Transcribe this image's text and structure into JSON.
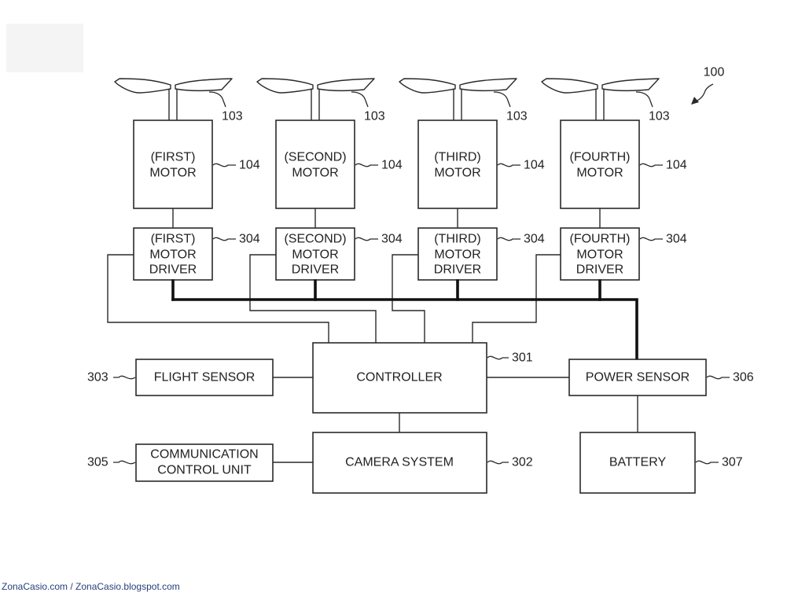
{
  "figure": {
    "reference": "100"
  },
  "propellers": [
    {
      "reference": "103"
    },
    {
      "reference": "103"
    },
    {
      "reference": "103"
    },
    {
      "reference": "103"
    }
  ],
  "motors": [
    {
      "line1": "(FIRST)",
      "line2": "MOTOR",
      "reference": "104"
    },
    {
      "line1": "(SECOND)",
      "line2": "MOTOR",
      "reference": "104"
    },
    {
      "line1": "(THIRD)",
      "line2": "MOTOR",
      "reference": "104"
    },
    {
      "line1": "(FOURTH)",
      "line2": "MOTOR",
      "reference": "104"
    }
  ],
  "motor_drivers": [
    {
      "line1": "(FIRST)",
      "line2": "MOTOR",
      "line3": "DRIVER",
      "reference": "304"
    },
    {
      "line1": "(SECOND)",
      "line2": "MOTOR",
      "line3": "DRIVER",
      "reference": "304"
    },
    {
      "line1": "(THIRD)",
      "line2": "MOTOR",
      "line3": "DRIVER",
      "reference": "304"
    },
    {
      "line1": "(FOURTH)",
      "line2": "MOTOR",
      "line3": "DRIVER",
      "reference": "304"
    }
  ],
  "controller": {
    "label": "CONTROLLER",
    "reference": "301"
  },
  "camera_system": {
    "label": "CAMERA SYSTEM",
    "reference": "302"
  },
  "flight_sensor": {
    "label": "FLIGHT SENSOR",
    "reference": "303"
  },
  "communication_control_unit": {
    "line1": "COMMUNICATION",
    "line2": "CONTROL UNIT",
    "reference": "305"
  },
  "power_sensor": {
    "label": "POWER SENSOR",
    "reference": "306"
  },
  "battery": {
    "label": "BATTERY",
    "reference": "307"
  },
  "footer": {
    "credit": "ZonaCasio.com / ZonaCasio.blogspot.com"
  },
  "colors": {
    "line": "#2a2a2a",
    "text": "#222222",
    "credit": "#27407a",
    "background": "#ffffff"
  }
}
